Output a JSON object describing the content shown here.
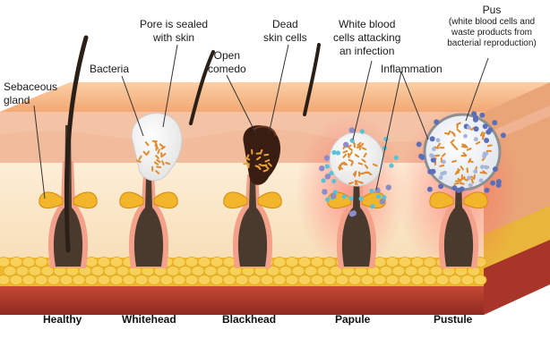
{
  "labels": {
    "sebaceous_gland": [
      "Sebaceous",
      "gland"
    ],
    "bacteria": "Bacteria",
    "pore_sealed": [
      "Pore is sealed",
      "with skin"
    ],
    "dead_skin": [
      "Dead",
      "skin cells"
    ],
    "open_comedo": [
      "Open",
      "comedo"
    ],
    "white_blood": [
      "White blood",
      "cells attacking",
      "an infection"
    ],
    "inflammation": "Inflammation",
    "pus_title": "Pus",
    "pus_detail": [
      "(white blood cells and",
      "waste products from",
      "bacterial reproduction)"
    ]
  },
  "captions": [
    "Healthy",
    "Whitehead",
    "Blackhead",
    "Papule",
    "Pustule"
  ],
  "colors": {
    "skin_top": "#f6b98a",
    "epidermis": "#f3c6a8",
    "dermis": "#fbe8cc",
    "fat": "#f5c743",
    "muscle": "#b53a2b",
    "follicle": "#4a3a2e",
    "gland": "#f3b52a",
    "inflamed": "#ff6b6b"
  }
}
